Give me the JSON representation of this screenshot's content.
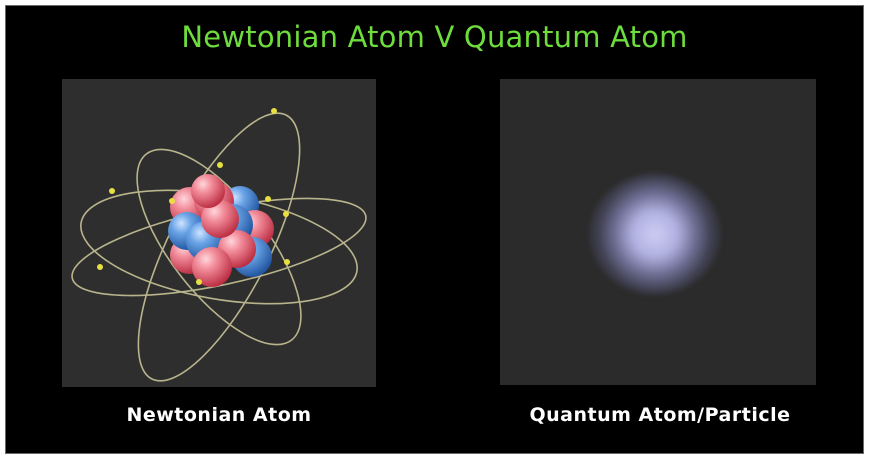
{
  "title": "Newtonian Atom V Quantum Atom",
  "colors": {
    "title": "#6ddc3c",
    "background": "#000000",
    "panel": "#2e2e2e",
    "proton": "#e9687a",
    "neutron": "#3d7fd0",
    "electron": "#e8e040",
    "orbit": "#b8b48c",
    "cloud": "#c8c8f0"
  },
  "left_panel": {
    "caption": "Newtonian Atom",
    "illustration": "atom-nucleus-with-electron-orbits-icon"
  },
  "right_panel": {
    "caption": "Quantum Atom/Particle",
    "illustration": "electron-probability-cloud-icon"
  }
}
